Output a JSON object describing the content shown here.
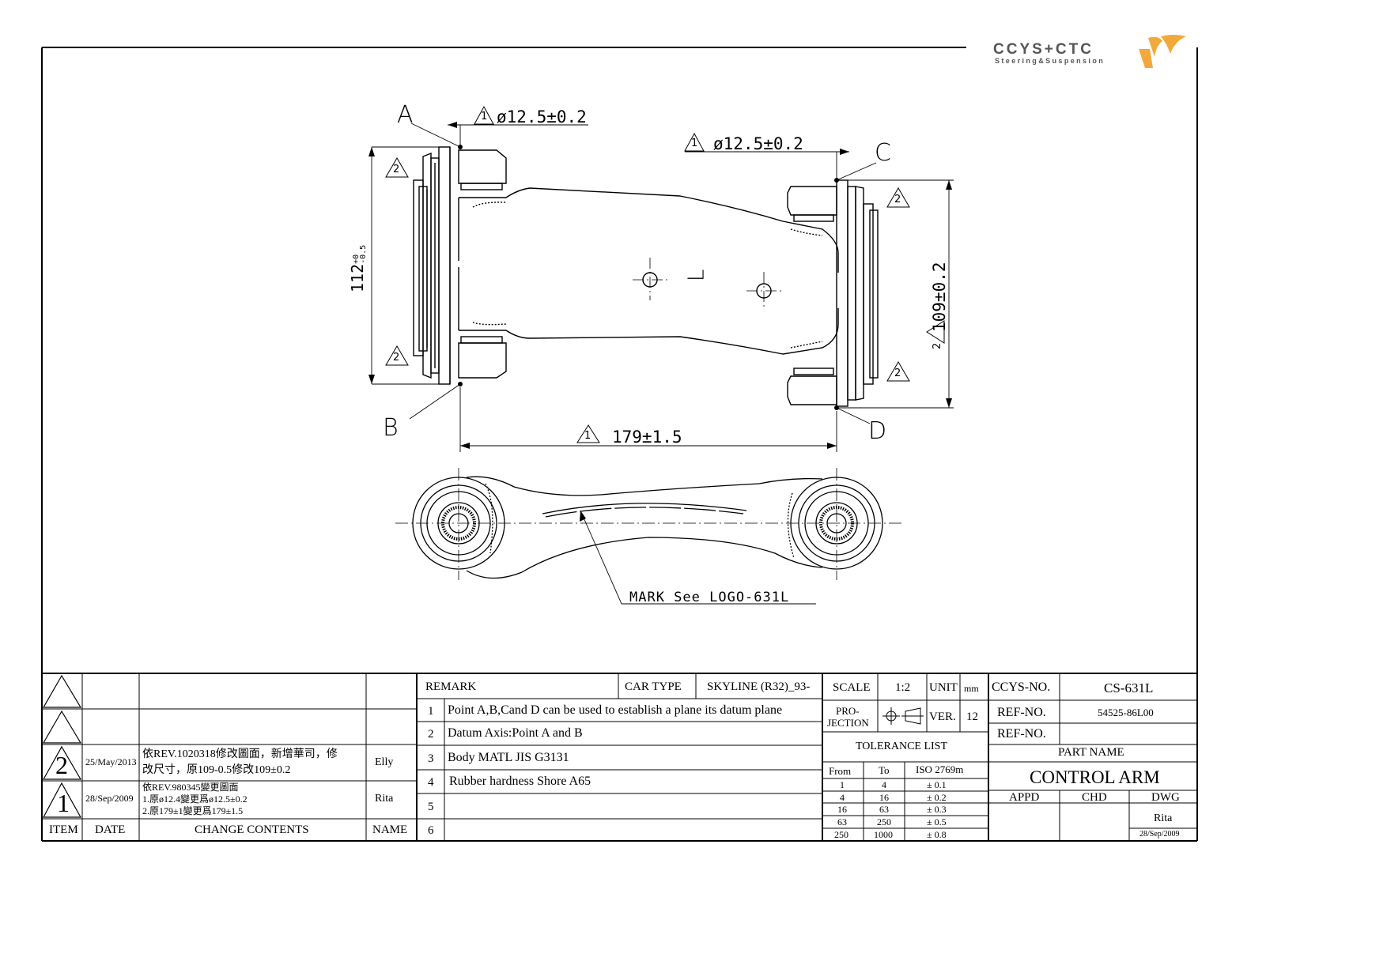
{
  "logo": {
    "brand": "CCYS+CTC",
    "tagline": "Steering&Suspension"
  },
  "drawing": {
    "point_labels": [
      "A",
      "B",
      "C",
      "D"
    ],
    "dims": {
      "hole_a": "ø12.5±0.2",
      "hole_c": "ø12.5±0.2",
      "left_height": "112",
      "left_height_tol_upper": "+0",
      "left_height_tol_lower": "-0.5",
      "right_height": "109±0.2",
      "length": "179±1.5"
    },
    "rev1_tag": "1",
    "rev2_tag": "2",
    "side_mark": "L",
    "mark_note": "MARK See LOGO-631L"
  },
  "title_block": {
    "revision_headers": {
      "item": "ITEM",
      "date": "DATE",
      "change": "CHANGE CONTENTS",
      "name": "NAME"
    },
    "revisions": [
      {
        "item": "2",
        "date": "25/May/2013",
        "change_line1": "依REV.1020318修改圖面，新增華司，修",
        "change_line2": "改尺寸，原109-0.5修改109±0.2",
        "name": "Elly"
      },
      {
        "item": "1",
        "date": "28/Sep/2009",
        "change_line1": "依REV.980345變更圖面",
        "change_line2": "1.原ø12.4變更爲ø12.5±0.2",
        "change_line3": "2.原179±1變更爲179±1.5",
        "name": "Rita"
      }
    ],
    "remark_label": "REMARK",
    "car_type_label": "CAR TYPE",
    "car_type": "SKYLINE (R32)_93-",
    "remarks": [
      {
        "no": "1",
        "text": "Point A,B,Cand D can be used to establish a plane its datum plane"
      },
      {
        "no": "2",
        "text": "Datum Axis:Point A and B"
      },
      {
        "no": "3",
        "text": "Body MATL JIS G3131"
      },
      {
        "no": "4",
        "text": "Rubber hardness Shore A65"
      },
      {
        "no": "5",
        "text": ""
      },
      {
        "no": "6",
        "text": ""
      }
    ],
    "scale_label": "SCALE",
    "scale": "1:2",
    "unit_label": "UNIT",
    "unit": "mm",
    "projection_label_1": "PRO-",
    "projection_label_2": "JECTION",
    "ver_label": "VER.",
    "ver": "12",
    "tolerance_title": "TOLERANCE LIST",
    "tolerance_headers": {
      "from": "From",
      "to": "To",
      "iso": "ISO 2769m"
    },
    "tolerances": [
      {
        "from": "1",
        "to": "4",
        "tol": "± 0.1"
      },
      {
        "from": "4",
        "to": "16",
        "tol": "± 0.2"
      },
      {
        "from": "16",
        "to": "63",
        "tol": "± 0.3"
      },
      {
        "from": "63",
        "to": "250",
        "tol": "± 0.5"
      },
      {
        "from": "250",
        "to": "1000",
        "tol": "± 0.8"
      }
    ],
    "ccys_no_label": "CCYS-NO.",
    "ccys_no": "CS-631L",
    "ref_no_label": "REF-NO.",
    "ref_no_1": "54525-86L00",
    "ref_no_2": "",
    "part_name_label": "PART NAME",
    "part_name": "CONTROL ARM",
    "appd_label": "APPD",
    "chd_label": "CHD",
    "dwg_label": "DWG",
    "dwg_name": "Rita",
    "dwg_date": "28/Sep/2009"
  }
}
